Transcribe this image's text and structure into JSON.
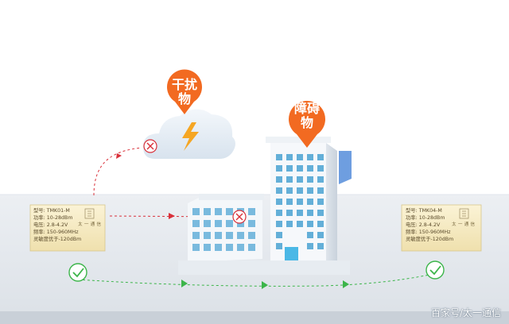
{
  "pins": {
    "interference": {
      "text": "干扰\n物",
      "line1": "干扰",
      "line2": "物"
    },
    "obstacle": {
      "text": "障碍\n物",
      "line1": "障碍",
      "line2": "物"
    }
  },
  "module_left": {
    "model": "型号: TMK01-M",
    "power": "功率: 10-28dBm",
    "voltage": "电压: 2.8-4.2V",
    "frequency": "频率: 150-960MHz",
    "sensitivity": "灵敏度优于-120dBm",
    "brand": "太 一 通 信"
  },
  "module_right": {
    "model": "型号: TMK04-M",
    "power": "功率: 10-28dBm",
    "voltage": "电压: 2.8-4.2V",
    "frequency": "频率: 150-960MHz",
    "sensitivity": "灵敏度优于-120dBm",
    "brand": "太 一 通 信"
  },
  "watermark": "百家号/太一通信",
  "colors": {
    "pin": "#f26a21",
    "lightning": "#f5a623",
    "blocked": "#d9303a",
    "success": "#3cb54a",
    "ground": "#e5e9ee",
    "cloud": "#e6eef6",
    "building": "#f4f7fa",
    "window": "#63afd8",
    "door": "#4bb8e6"
  },
  "icons": [
    "location-pin-icon",
    "lightning-icon",
    "blocked-x-icon",
    "check-icon",
    "chip-icon"
  ]
}
